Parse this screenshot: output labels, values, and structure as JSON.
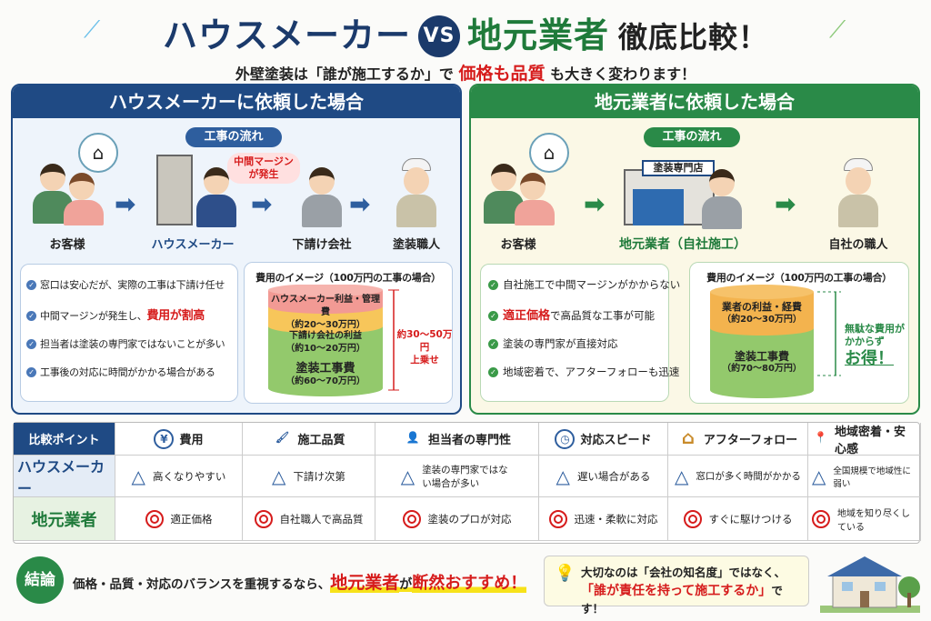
{
  "title": {
    "left": "ハウスメーカー",
    "vs": "VS",
    "right": "地元業者",
    "tail": "徹底比較！"
  },
  "subtitle": {
    "pre": "外壁塗装は「誰が施工するか」で",
    "red": "価格も品質",
    "post": "も大きく変わります！"
  },
  "left": {
    "header": "ハウスメーカーに依頼した場合",
    "flow_title": "工事の流れ",
    "nodes": [
      "お客様",
      "ハウスメーカー",
      "下請け会社",
      "塗装職人"
    ],
    "margin_bubble": "中間マージンが発生",
    "bullets": [
      {
        "text": "窓口は安心だが、実際の工事は下請け任せ"
      },
      {
        "text": "中間マージンが発生し、",
        "red": "費用が割高"
      },
      {
        "text": "担当者は塗装の専門家ではないことが多い"
      },
      {
        "text": "工事後の対応に時間がかかる場合がある"
      }
    ],
    "cost": {
      "title": "費用のイメージ（100万円の工事の場合）",
      "layers": [
        {
          "name": "ハウスメーカー利益・管理費",
          "range": "（約20〜30万円）",
          "color": "#f29a94"
        },
        {
          "name": "下請け会社の利益",
          "range": "（約10〜20万円）",
          "color": "#f7c65a"
        },
        {
          "name": "塗装工事費",
          "range": "（約60〜70万円）",
          "color": "#93c96c"
        }
      ],
      "note1": "約30〜50万円",
      "note2": "上乗せ"
    }
  },
  "right": {
    "header": "地元業者に依頼した場合",
    "flow_title": "工事の流れ",
    "nodes": [
      "お客様",
      "地元業者（自社施工）",
      "自社の職人"
    ],
    "shop_sign": "塗装専門店",
    "bullets": [
      {
        "text": "自社施工で中間マージンがかからない"
      },
      {
        "red": "適正価格",
        "text": "で高品質な工事が可能"
      },
      {
        "text": "塗装の専門家が直接対応"
      },
      {
        "text": "地域密着で、アフターフォローも迅速"
      }
    ],
    "cost": {
      "title": "費用のイメージ（100万円の工事の場合）",
      "layers": [
        {
          "name": "業者の利益・経費",
          "range": "（約20〜30万円）",
          "color": "#f3b34e"
        },
        {
          "name": "塗装工事費",
          "range": "（約70〜80万円）",
          "color": "#93c96c"
        }
      ],
      "note1": "無駄な費用が",
      "note2": "かからず",
      "note3": "お得！"
    }
  },
  "table": {
    "corner": "比較ポイント",
    "columns": [
      {
        "icon": "¥",
        "label": "費用"
      },
      {
        "icon": "🖌",
        "label": "施工品質"
      },
      {
        "icon": "👤",
        "label": "担当者の専門性"
      },
      {
        "icon": "◷",
        "label": "対応スピード"
      },
      {
        "icon": "⌂",
        "label": "アフターフォロー"
      },
      {
        "icon": "📍",
        "label": "地域密着・安心感"
      }
    ],
    "rows": [
      {
        "label": "ハウスメーカー",
        "mark": "△",
        "cells": [
          "高くなりやすい",
          "下請け次第",
          "塗装の専門家ではない場合が多い",
          "遅い場合がある",
          "窓口が多く時間がかかる",
          "全国規模で地域性に弱い"
        ]
      },
      {
        "label": "地元業者",
        "mark": "◎",
        "cells": [
          "適正価格",
          "自社職人で高品質",
          "塗装のプロが対応",
          "迅速・柔軟に対応",
          "すぐに駆けつける",
          "地域を知り尽くしている"
        ]
      }
    ]
  },
  "conclusion": {
    "badge": "結論",
    "pre": "価格・品質・対応のバランスを重視するなら、",
    "hl1": "地元業者",
    "mid": "が",
    "hl2": "断然おすすめ！"
  },
  "tip": {
    "line1": "大切なのは「会社の知名度」ではなく、",
    "red": "「誰が責任を持って施工するか」",
    "post": "です！"
  },
  "colors": {
    "navy": "#1b3a6b",
    "green": "#2a8a48",
    "red": "#d61c1c"
  }
}
